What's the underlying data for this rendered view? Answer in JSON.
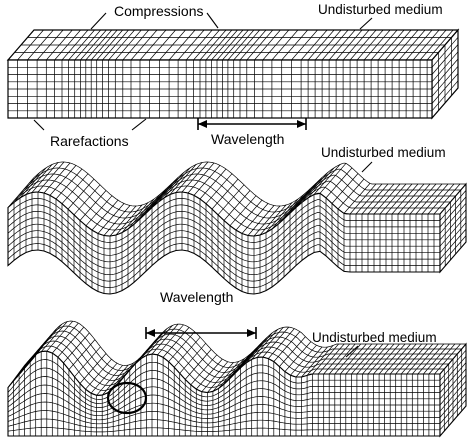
{
  "diagram": {
    "p_wave": {
      "compressions_label": "Compressions",
      "undisturbed_label": "Undisturbed medium",
      "rarefactions_label": "Rarefactions",
      "wavelength_label": "Wavelength"
    },
    "s_wave": {
      "undisturbed_label": "Undisturbed medium"
    },
    "surface_wave": {
      "wavelength_label": "Wavelength",
      "undisturbed_label": "Undisturbed medium"
    }
  }
}
